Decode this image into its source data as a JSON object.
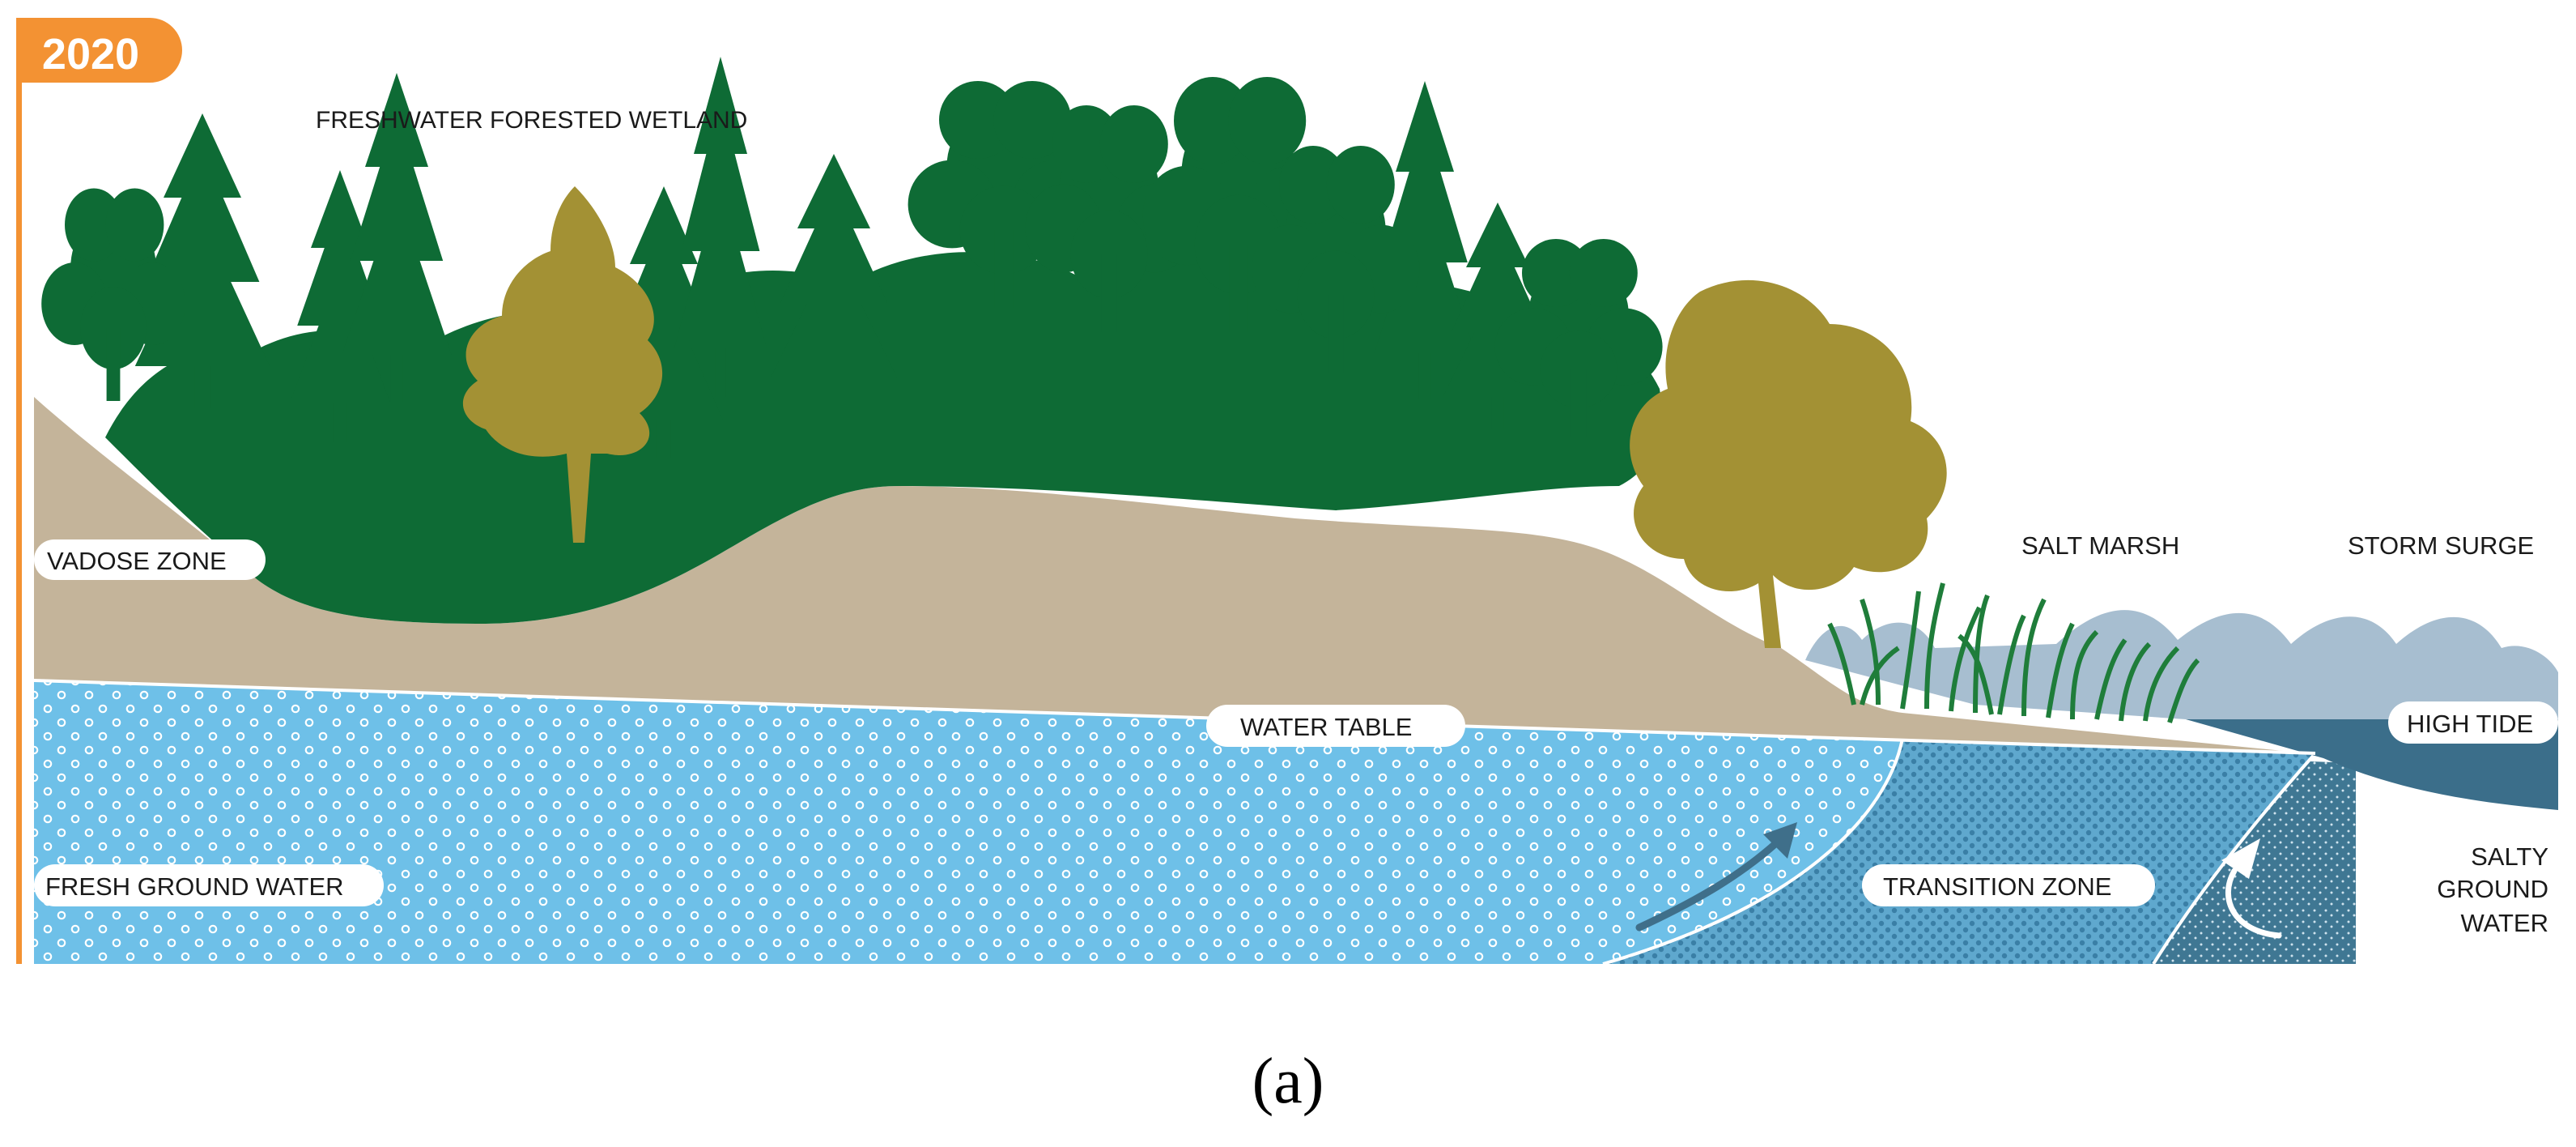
{
  "year_badge": "2020",
  "labels": {
    "forested_wetland": "FRESHWATER FORESTED WETLAND",
    "vadose_zone": "VADOSE ZONE",
    "salt_marsh": "SALT MARSH",
    "storm_surge": "STORM SURGE",
    "water_table": "WATER TABLE",
    "high_tide": "HIGH TIDE",
    "fresh_ground_water": "FRESH GROUND WATER",
    "transition_zone": "TRANSITION ZONE",
    "salty_ground_water": [
      "SALTY",
      "GROUND",
      "WATER"
    ]
  },
  "caption": "(a)",
  "colors": {
    "orange": "#F39233",
    "soil": "#C4B49A",
    "forest_green": "#0E6B35",
    "olive": "#A39134",
    "fresh_water": "#6EC0E8",
    "transition": "#4F98BE",
    "salty": "#3F7793",
    "high_tide": "#3B6E8A",
    "surge": "#A7BED0",
    "marsh_grass": "#1F7D3A"
  }
}
